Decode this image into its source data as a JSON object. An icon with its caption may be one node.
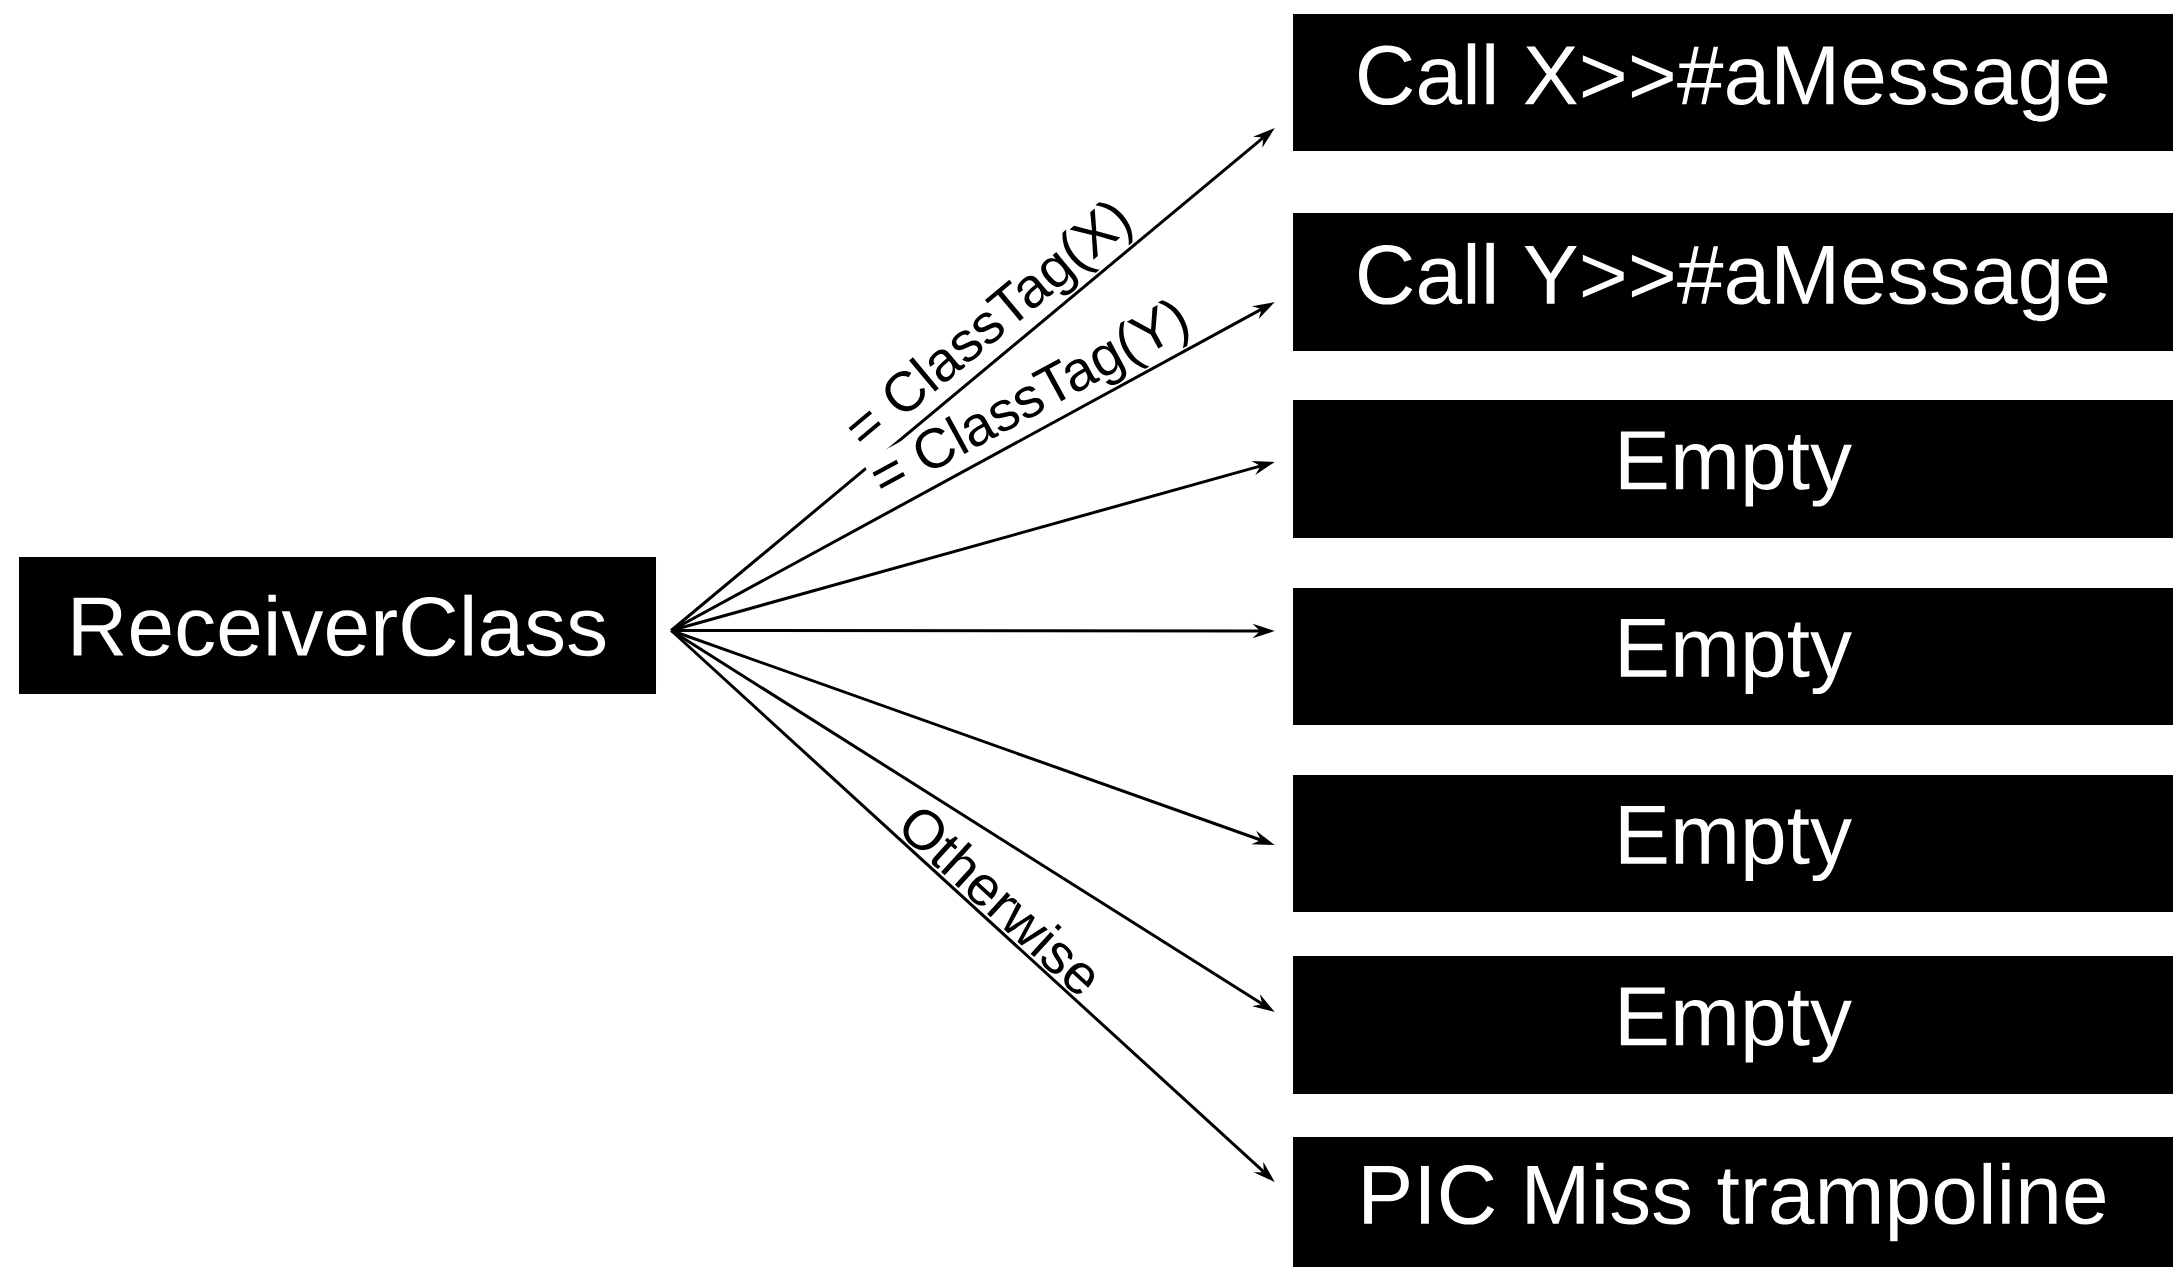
{
  "diagram": {
    "nodes": [
      {
        "text": [
          "ReceiverClass"
        ]
      },
      {
        "text": [
          "Call X>>#aMessage"
        ]
      },
      {
        "text": [
          "Call Y>>#aMessage"
        ]
      },
      {
        "text": [
          "Empty"
        ]
      },
      {
        "text": [
          "Empty"
        ]
      },
      {
        "text": [
          "Empty"
        ]
      },
      {
        "text": [
          "Empty"
        ]
      },
      {
        "text": [
          "PIC Miss trampoline"
        ]
      }
    ],
    "edges": [
      {
        "from": 0,
        "to": 1,
        "arrow": "to",
        "label": "= ClassTag(X)"
      },
      {
        "from": 0,
        "to": 2,
        "arrow": "to",
        "label": "= ClassTag(Y)"
      },
      {
        "from": 0,
        "to": 3,
        "arrow": "to"
      },
      {
        "from": 0,
        "to": 4,
        "arrow": "to"
      },
      {
        "from": 0,
        "to": 5,
        "arrow": "to"
      },
      {
        "from": 0,
        "to": 6,
        "arrow": "to"
      },
      {
        "from": 0,
        "to": 7,
        "arrow": "to",
        "label": "Otherwise"
      }
    ]
  }
}
